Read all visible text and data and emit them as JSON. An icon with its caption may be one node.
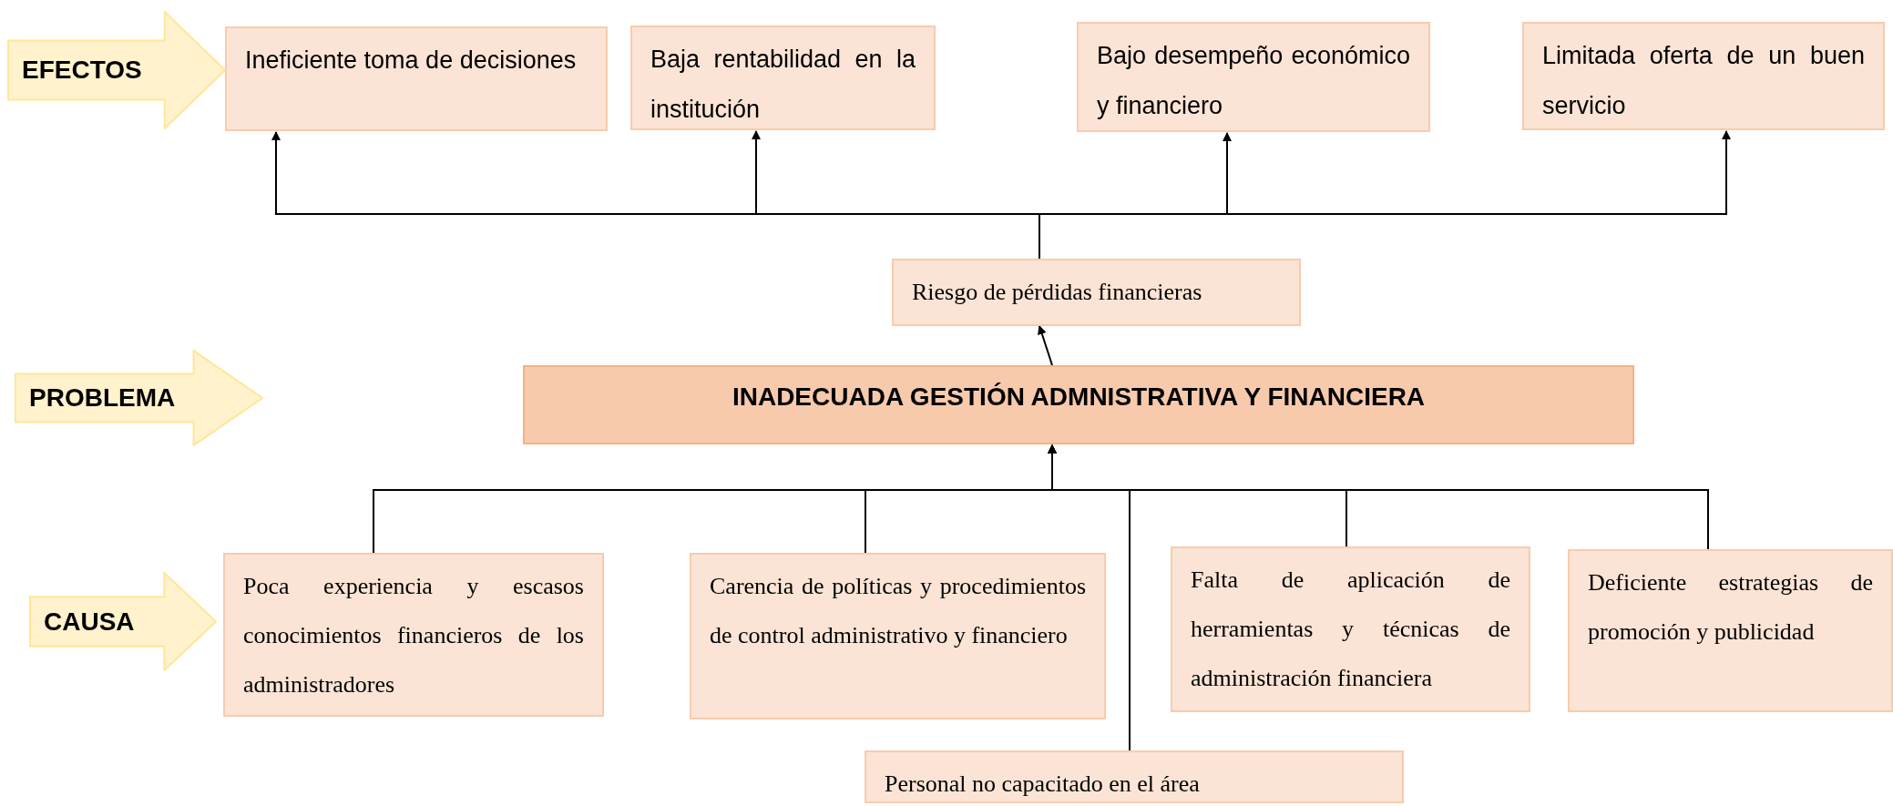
{
  "diagram": {
    "nodes": [
      {
        "text": [
          "EFECTOS"
        ]
      },
      {
        "text": [
          "Ineficiente toma de decisiones"
        ]
      },
      {
        "text": [
          "Baja rentabilidad en la institución"
        ]
      },
      {
        "text": [
          "Bajo desempeño económico y financiero"
        ]
      },
      {
        "text": [
          "Limitada oferta de un buen servicio"
        ]
      },
      {
        "text": [
          "Riesgo de pérdidas financieras"
        ]
      },
      {
        "text": [
          "PROBLEMA"
        ]
      },
      {
        "text": [
          "INADECUADA GESTIÓN ADMNISTRATIVA Y FINANCIERA"
        ]
      },
      {
        "text": [
          "CAUSA"
        ]
      },
      {
        "text": [
          "Poca experiencia y escasos conocimientos financieros de los administradores"
        ]
      },
      {
        "text": [
          "Carencia de políticas y procedimientos de control administrativo y financiero"
        ]
      },
      {
        "text": [
          "Falta de aplicación de herramientas y técnicas de administración financiera"
        ]
      },
      {
        "text": [
          "Deficiente estrategias de promoción y publicidad"
        ]
      },
      {
        "text": [
          "Personal no capacitado en el área"
        ]
      }
    ],
    "edges": [
      {
        "from": 7,
        "to": 5,
        "arrow": "to"
      },
      {
        "from": 5,
        "to": 1,
        "arrow": "to"
      },
      {
        "from": 5,
        "to": 2,
        "arrow": "to"
      },
      {
        "from": 5,
        "to": 3,
        "arrow": "to"
      },
      {
        "from": 5,
        "to": 4,
        "arrow": "to"
      },
      {
        "from": 9,
        "to": 7,
        "arrow": "to"
      },
      {
        "from": 10,
        "to": 7,
        "arrow": "to"
      },
      {
        "from": 11,
        "to": 7,
        "arrow": "to"
      },
      {
        "from": 12,
        "to": 7,
        "arrow": "to"
      },
      {
        "from": 13,
        "to": 7,
        "arrow": "to"
      }
    ]
  }
}
